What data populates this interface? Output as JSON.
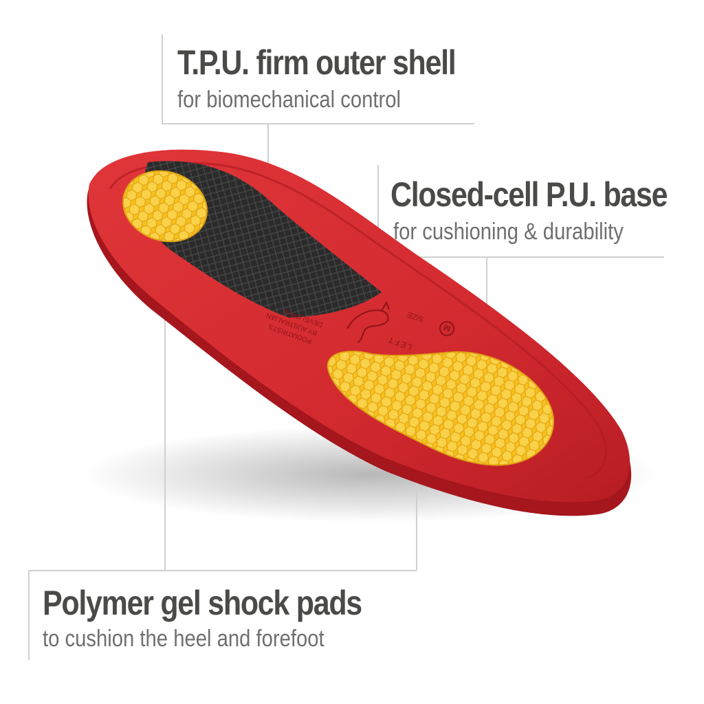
{
  "callouts": {
    "shell": {
      "title": "T.P.U. firm outer shell",
      "subtitle": "for biomechanical control"
    },
    "base": {
      "title": "Closed-cell P.U. base",
      "subtitle": "for cushioning & durability"
    },
    "pads": {
      "title": "Polymer gel shock pads",
      "subtitle": "to cushion the heel and forefoot"
    }
  },
  "insole_imprint": {
    "maker_text": [
      "DEVELOPED",
      "BY AUSTRALIAN",
      "PODIATRISTS"
    ],
    "side_text": "LEFT",
    "size_label": "SIZE",
    "size_value": "M"
  },
  "colors": {
    "red_base": "#d62a2e",
    "dark_red": "#9f151c",
    "black_shell": "#2a2a2a",
    "yellow_gel": "#f7c21c",
    "text_dark": "#4a4a48",
    "text_light": "#6f6f6f",
    "leader_line": "#cfcfcf"
  }
}
